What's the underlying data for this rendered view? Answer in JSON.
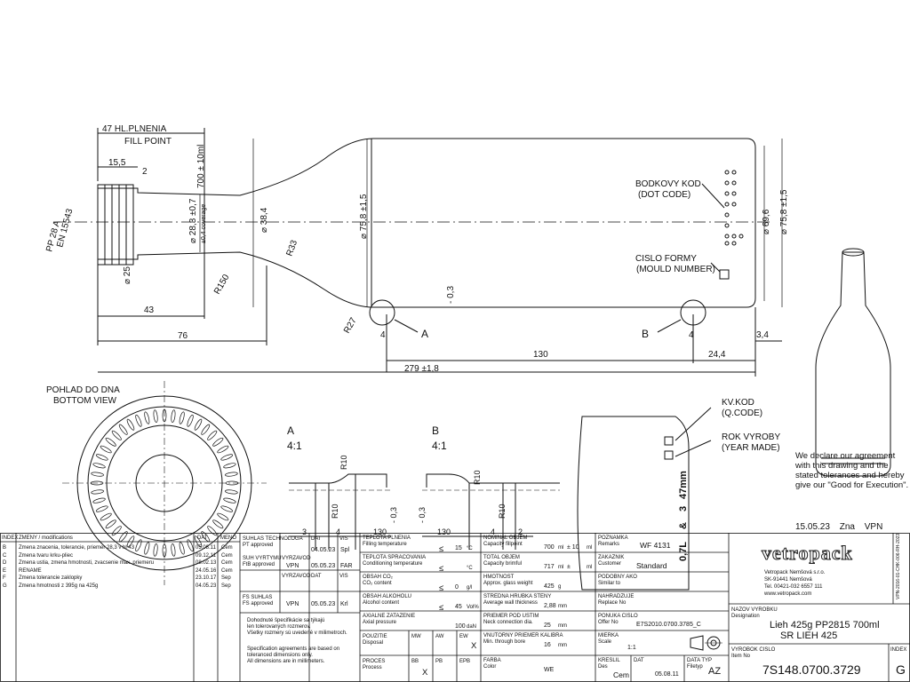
{
  "drawing": {
    "fill_point": "47 HL.PLNENIA",
    "fill_point_en": "FILL POINT",
    "dims_top": [
      "15,5",
      "2"
    ],
    "neck_dims": [
      "700 ± 10ml",
      "⌀ 28,3 ±0,7",
      "±0,4 coverage",
      "⌀ 38,4",
      "R33",
      "⌀ 75,8 ±1,5",
      "⌀ 69,6",
      "⌀ 75,8 ±1,5"
    ],
    "finish": [
      "PP 28 A",
      "EN 15543"
    ],
    "body_dims": [
      "⌀ 25",
      "R150",
      "43",
      "76",
      "R27",
      "4",
      "- 0,3",
      "130",
      "279 ±1,8",
      "24,4",
      "3,4",
      "4"
    ],
    "detail_labels": [
      "A",
      "B"
    ],
    "dot_code": [
      "BODKOVY KOD",
      "(DOT CODE)"
    ],
    "mould_number": [
      "CISLO FORMY",
      "(MOULD NUMBER)"
    ],
    "bottom_view": [
      "POHLAD DO DNA",
      "BOTTOM VIEW"
    ],
    "detail_a": {
      "title": "A",
      "scale": "4:1",
      "r1": "R10",
      "r2": "R10",
      "d1": "- 0,3",
      "dims": [
        "3",
        "4",
        "130"
      ]
    },
    "detail_b": {
      "title": "B",
      "scale": "4:1",
      "r1": "R10",
      "r2": "R10",
      "d1": "- 0,3",
      "dims": [
        "130",
        "4",
        "2"
      ]
    },
    "kv_kod": [
      "KV.KOD",
      "(Q.CODE)"
    ],
    "rok_vyroby": [
      "ROK VYROBY",
      "(YEAR MADE)"
    ],
    "engraving": [
      "0,7L",
      "&",
      "3",
      "47mm"
    ]
  },
  "agreement": "We declare our agreement with this drawing and the stated tolerances and hereby give our \"Good for Execution\".",
  "stamp": [
    "15.05.23",
    "Zna",
    "VPN"
  ],
  "changes": {
    "headers": [
      "INDEX",
      "ZMENY / modifications",
      "DAT",
      "MENO"
    ],
    "rows": [
      [
        "B",
        "Zmena znacenia, tolerancie, priemer 28,3 v hl 43",
        "05.08.11",
        "Cem"
      ],
      [
        "C",
        "Zmena tvaru krku-pliec",
        "09.12.11",
        "Cem"
      ],
      [
        "D",
        "Zmena ustia, zmena hmotnosti, zvacsenie max. priemeru",
        "08.02.13",
        "Cem"
      ],
      [
        "E",
        "RENAME",
        "24.05.16",
        "Cem"
      ],
      [
        "F",
        "Zmena tolerancie zaklopky",
        "23.10.17",
        "Sep"
      ],
      [
        "G",
        "Zmena hmotnosti z 395g na 425g",
        "04.05.23",
        "Sep"
      ]
    ]
  },
  "approvals": {
    "h1": "SUHLAS TECHNOLOGA",
    "h1e": "PT approved",
    "dat": "DAT",
    "vis": "VIS",
    "a1": [
      "04.05.23",
      "Spl"
    ],
    "h2": "SUH VYRTYMU",
    "h2e": "FtB approved",
    "vyr": "VYRZAVOD",
    "a2": [
      "VPN",
      "05.05.23",
      "FAR"
    ],
    "a3": [
      "VYRZAVOD",
      "DAT",
      "VIS"
    ],
    "h4": "FS SUHLAS",
    "h4e": "FS approved",
    "a4": [
      "VPN",
      "05.05.23",
      "Krl"
    ],
    "note_sk": [
      "Dohodnuté špecifikácie sa týkajú",
      "len tolerovaných rozmerov.",
      "Všetky rozmery sú uvedené v milimetroch."
    ],
    "note_en": [
      "Specification agreements are based on",
      "toleranced dimensions only.",
      "All dimensions are in millimeters."
    ]
  },
  "params": [
    {
      "sk": "TEPLOTA PLNENIA",
      "en": "Filling temperature",
      "sym": "≤",
      "val": "15",
      "unit": "°C"
    },
    {
      "sk": "TEPLOTA SPRACOVANIA",
      "en": "Conditioning temperature",
      "sym": "≤",
      "val": "",
      "unit": "°C"
    },
    {
      "sk": "OBSAH CO₂",
      "en": "CO₂ content",
      "sym": "≤",
      "val": "0",
      "unit": "g/l"
    },
    {
      "sk": "OBSAH ALKOHOLU",
      "en": "Alcohol content",
      "sym": "≤",
      "val": "45",
      "unit": "Vol%"
    },
    {
      "sk": "AXIALNE ZATAZENIE",
      "en": "Axial pressure",
      "sym": "",
      "val": "100",
      "unit": "daN"
    }
  ],
  "process": {
    "label": "POUZITIE",
    "en": "Disposal",
    "cols": [
      "MW",
      "AW",
      "EW",
      "X"
    ],
    "proc": "PROCES",
    "proc_en": "Process",
    "pcols": [
      "BB",
      "X",
      "PB",
      "EPB"
    ]
  },
  "volumes": [
    {
      "sk": "NOMINAL OBJEM",
      "en": "Capacity fillpoint",
      "val": "700",
      "unit": "ml",
      "tol": "± 10",
      "tolu": "ml"
    },
    {
      "sk": "TOTAL OBJEM",
      "en": "Capacity brimful",
      "val": "717",
      "unit": "ml",
      "tol": "±",
      "tolu": "ml"
    },
    {
      "sk": "HMOTNOST",
      "en": "Approx. glass weight",
      "val": "425",
      "unit": "g"
    },
    {
      "sk": "STREDNA HRUBKA STENY",
      "en": "Average wall thickness",
      "val": "2,88",
      "unit": "mm"
    },
    {
      "sk": "PRIEMER POD USTIM",
      "en": "Neck connection dia.",
      "val": "25",
      "unit": "mm"
    },
    {
      "sk": "VNUTORNY PRIEMER KALIBRA",
      "en": "Min. through bore",
      "val": "16",
      "unit": "mm"
    },
    {
      "sk": "FARBA",
      "en": "Color",
      "val": "WE",
      "unit": ""
    }
  ],
  "info": {
    "poznamka": "POZNAMKA",
    "remarks": "Remarks",
    "remarks_val": "WF 4131",
    "zakaznik": "ZAKAZNIK",
    "customer": "Customer",
    "customer_val": "Standard",
    "podobny": "PODOBNY AKO",
    "similar": "Similar to",
    "nahradzuje": "NAHRADZUJE",
    "replace": "Replace No",
    "ponuka": "PONUKA CISLO",
    "offer": "Offer No",
    "offer_val": "E7S2010.0700.3785_C",
    "mierka": "MIERKA",
    "scale": "Scale",
    "scale_val": "1:1",
    "kreslil": "KRESLIL",
    "des": "Des",
    "des_val": "Cem",
    "dat": "DAT",
    "dat_val": "05.08.11",
    "datatyp": "DATA TYP",
    "filetyp": "Filetyp",
    "type_val": "AZ"
  },
  "company": {
    "logo": "vetropack",
    "lines": [
      "Vetropack Nemšová s.r.o.",
      "SK-91441 Nemšová",
      "Tel. 00421-032 6557 111",
      "www.vetropack.com"
    ],
    "side": "VPN-2016-01-CHK-006-RH-2023"
  },
  "product": {
    "naz": "NAZOV VYROBKU",
    "designation": "Designation",
    "name1": "Lieh 425g PP2815 700ml",
    "name2": "SR LIEH 425",
    "vc": "VYROBOK CISLO",
    "itemno": "Item No",
    "number": "7S148.0700.3729",
    "index_label": "INDEX",
    "index": "G"
  }
}
